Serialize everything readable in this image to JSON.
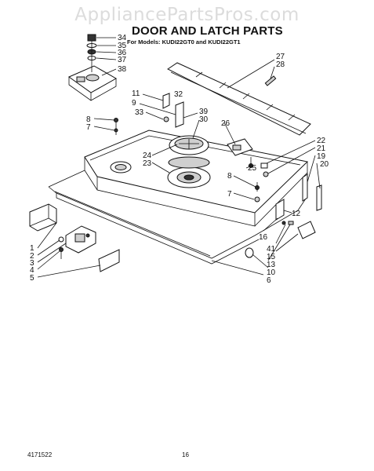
{
  "watermark": "AppliancePartsPros.com",
  "title": "DOOR AND LATCH PARTS",
  "subtitle": "For Models: KUDI22GT0 and KUDI22GT1",
  "footer": {
    "code": "4171522",
    "page": "16"
  },
  "callouts": {
    "c34": "34",
    "c35": "35",
    "c36": "36",
    "c37": "37",
    "c38": "38",
    "c27": "27",
    "c28": "28",
    "c11": "11",
    "c9": "9",
    "c32": "32",
    "c33": "33",
    "c39": "39",
    "c30": "30",
    "c26": "26",
    "c8a": "8",
    "c7a": "7",
    "c24": "24",
    "c23": "23",
    "c25": "25",
    "c22": "22",
    "c21": "21",
    "c19": "19",
    "c20": "20",
    "c8b": "8",
    "c7b": "7",
    "c12": "12",
    "c16": "16",
    "c41": "41",
    "c15": "15",
    "c13": "13",
    "c10": "10",
    "c6": "6",
    "c1": "1",
    "c2": "2",
    "c3": "3",
    "c4": "4",
    "c5": "5"
  }
}
